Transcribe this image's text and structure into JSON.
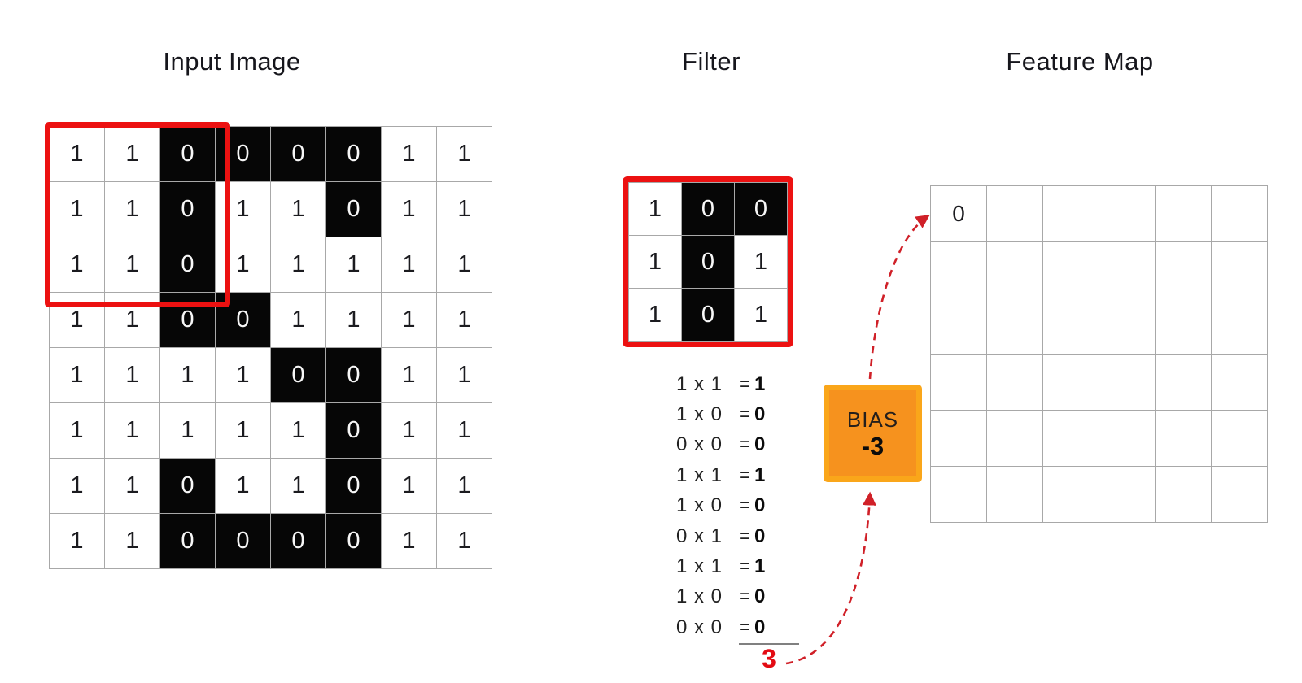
{
  "titles": {
    "input": "Input Image",
    "filter": "Filter",
    "feature_map": "Feature Map"
  },
  "input_grid": {
    "rows": 8,
    "cols": 8,
    "values": [
      [
        1,
        1,
        0,
        0,
        0,
        0,
        1,
        1
      ],
      [
        1,
        1,
        0,
        1,
        1,
        0,
        1,
        1
      ],
      [
        1,
        1,
        0,
        1,
        1,
        1,
        1,
        1
      ],
      [
        1,
        1,
        0,
        0,
        1,
        1,
        1,
        1
      ],
      [
        1,
        1,
        1,
        1,
        0,
        0,
        1,
        1
      ],
      [
        1,
        1,
        1,
        1,
        1,
        0,
        1,
        1
      ],
      [
        1,
        1,
        0,
        1,
        1,
        0,
        1,
        1
      ],
      [
        1,
        1,
        0,
        0,
        0,
        0,
        1,
        1
      ]
    ],
    "highlight_region": "rows 1-3, cols 1-3"
  },
  "filter_grid": {
    "rows": 3,
    "cols": 3,
    "values": [
      [
        1,
        0,
        0
      ],
      [
        1,
        0,
        1
      ],
      [
        1,
        0,
        1
      ]
    ]
  },
  "feature_map": {
    "rows": 6,
    "cols": 6,
    "filled_cells": [
      {
        "row": 0,
        "col": 0,
        "value": "0"
      }
    ]
  },
  "calculations": [
    {
      "expr": "1 x 1",
      "eq": "=",
      "result": "1"
    },
    {
      "expr": "1 x 0",
      "eq": "=",
      "result": "0"
    },
    {
      "expr": "0 x 0",
      "eq": "=",
      "result": "0"
    },
    {
      "expr": "1 x 1",
      "eq": "=",
      "result": "1"
    },
    {
      "expr": "1 x 0",
      "eq": "=",
      "result": "0"
    },
    {
      "expr": "0 x 1",
      "eq": "=",
      "result": "0"
    },
    {
      "expr": "1 x 1",
      "eq": "=",
      "result": "1"
    },
    {
      "expr": "1 x 0",
      "eq": "=",
      "result": "0"
    },
    {
      "expr": "0 x 0",
      "eq": "=",
      "result": "0"
    }
  ],
  "sum": {
    "value": "3"
  },
  "bias": {
    "label": "BIAS",
    "value": "-3"
  },
  "colors": {
    "red": "#ec1111",
    "arrow_red": "#d02028",
    "sum_red": "#e30b13",
    "orange_fill": "#f6921e",
    "orange_border": "#faa61a",
    "grid_line": "#a8a8a8",
    "black_cell": "#060606",
    "text": "#1b1b1f"
  }
}
